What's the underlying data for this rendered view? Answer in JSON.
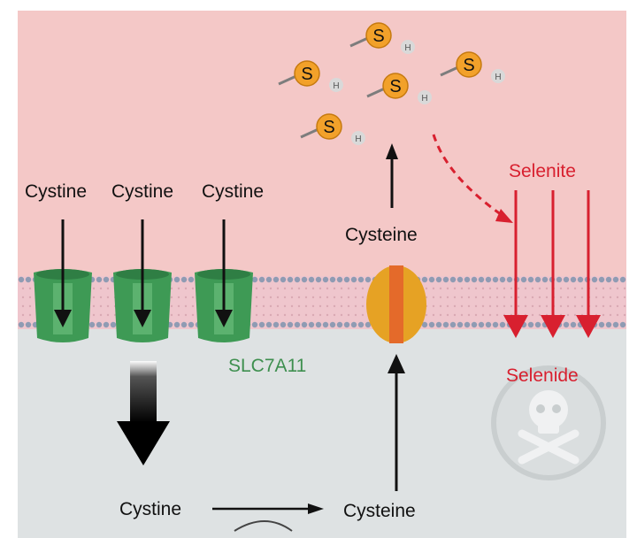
{
  "labels": {
    "cystine_1": "Cystine",
    "cystine_2": "Cystine",
    "cystine_3": "Cystine",
    "cysteine_upper": "Cysteine",
    "selenite": "Selenite",
    "transporter": "SLC7A11",
    "selenide": "Selenide",
    "cystine_bottom": "Cystine",
    "cysteine_bottom": "Cysteine"
  },
  "molecule": {
    "atom": "S",
    "hydrogen": "H"
  },
  "colors": {
    "extracellular": "#f4c8c7",
    "intracellular": "#dee2e3",
    "transporter_green": "#3e9a55",
    "channel_orange": "#e6a224",
    "channel_core": "#e46a2a",
    "selenium_red": "#d8202f",
    "transporter_label": "#3e8f4f",
    "sulfur_orange": "#f2a12a"
  },
  "icons": [
    "skull-crossbones-icon",
    "sulfhydryl-molecule-icon"
  ]
}
